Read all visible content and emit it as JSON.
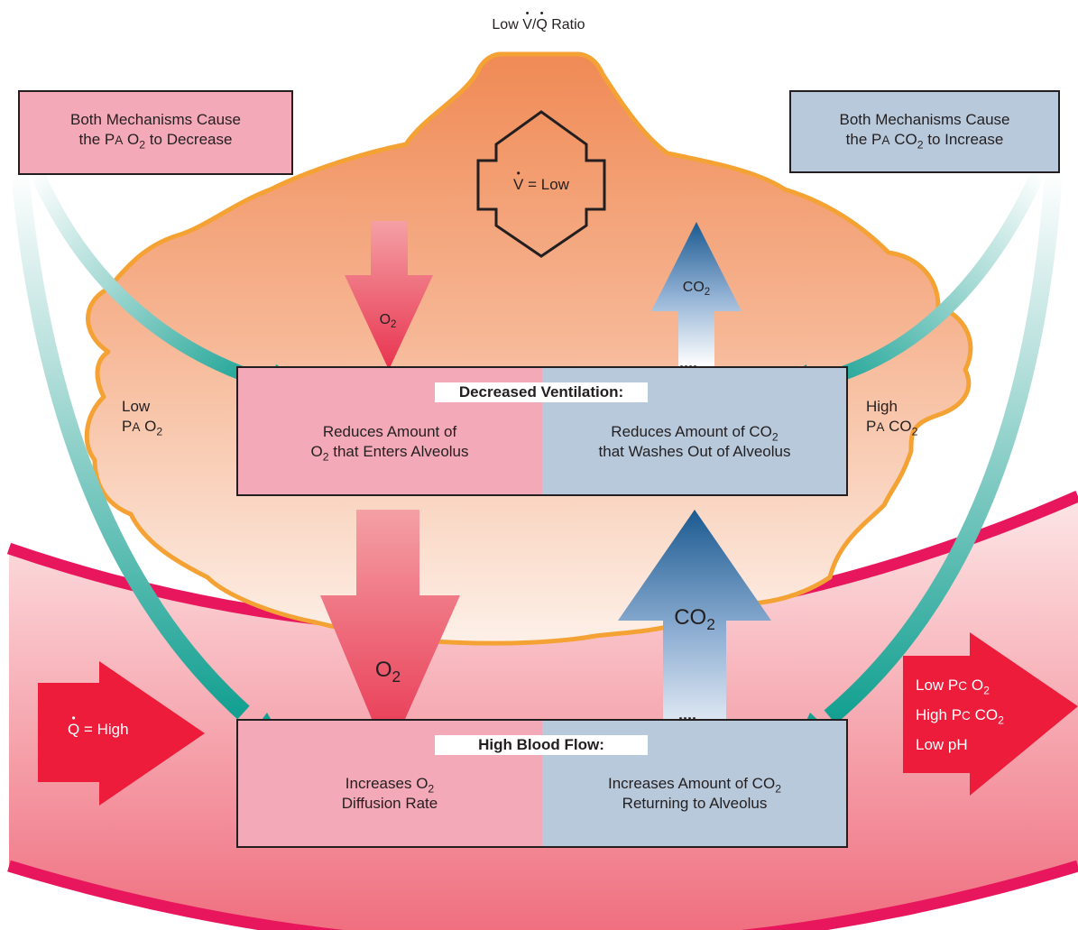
{
  "title": {
    "prefix": "Low ",
    "v": "V",
    "slash": "/",
    "q": "Q",
    "suffix": " Ratio"
  },
  "colors": {
    "alveolus_top": "#f08a55",
    "alveolus_bottom": "#fdf0e8",
    "alveolus_outline": "#f5a235",
    "vessel_edge": "#e8175d",
    "vessel_fill": "#f9c8c8",
    "o2_panel": "#f4a9b8",
    "co2_panel": "#b8c9dc",
    "teal_arrow": "#13a091",
    "red_arrow": "#ec1c3a"
  },
  "left_box": {
    "line1": "Both Mechanisms Cause",
    "line2_pre": "the ",
    "pa": "P",
    "pa_sub": "A",
    "gas": "O",
    "gas_sub": "2",
    "line2_post": " to Decrease"
  },
  "right_box": {
    "line1": "Both Mechanisms Cause",
    "line2_pre": "the ",
    "pa": "P",
    "pa_sub": "A",
    "gas": "CO",
    "gas_sub": "2",
    "line2_post": " to Increase"
  },
  "vent_valve": {
    "v": "V",
    "text": " = Low"
  },
  "left_side_label": {
    "line1": "Low",
    "pa": "P",
    "pa_sub": "A",
    "gas": "O",
    "gas_sub": "2"
  },
  "right_side_label": {
    "line1": "High",
    "pa": "P",
    "pa_sub": "A",
    "gas": "CO",
    "gas_sub": "2"
  },
  "upper_o2_arrow": {
    "gas": "O",
    "sub": "2"
  },
  "upper_co2_arrow": {
    "gas": "CO",
    "sub": "2"
  },
  "lower_o2_arrow": {
    "gas": "O",
    "sub": "2"
  },
  "lower_co2_arrow": {
    "gas": "CO",
    "sub": "2"
  },
  "ventilation_box": {
    "header": "Decreased Ventilation:",
    "left_line1": "Reduces Amount of",
    "left_line2_gas": "O",
    "left_line2_sub": "2",
    "left_line2_rest": " that Enters Alveolus",
    "right_line1_text": "Reduces Amount of CO",
    "right_line1_sub": "2",
    "right_line2": "that Washes Out of Alveolus"
  },
  "bloodflow_box": {
    "header": "High Blood Flow:",
    "left_line1_text": "Increases O",
    "left_line1_sub": "2",
    "left_line2": "Diffusion Rate",
    "right_line1_text": "Increases Amount of CO",
    "right_line1_sub": "2",
    "right_line2": "Returning to Alveolus"
  },
  "flow_in": {
    "q": "Q",
    "text": " = High"
  },
  "flow_out": {
    "line1_pre": "Low  ",
    "line1_p": "P",
    "line1_c": "C",
    "line1_gas": "O",
    "line1_sub": "2",
    "line2_pre": "High  ",
    "line2_p": "P",
    "line2_c": "C",
    "line2_gas": "CO",
    "line2_sub": "2",
    "line3": "Low  pH"
  }
}
